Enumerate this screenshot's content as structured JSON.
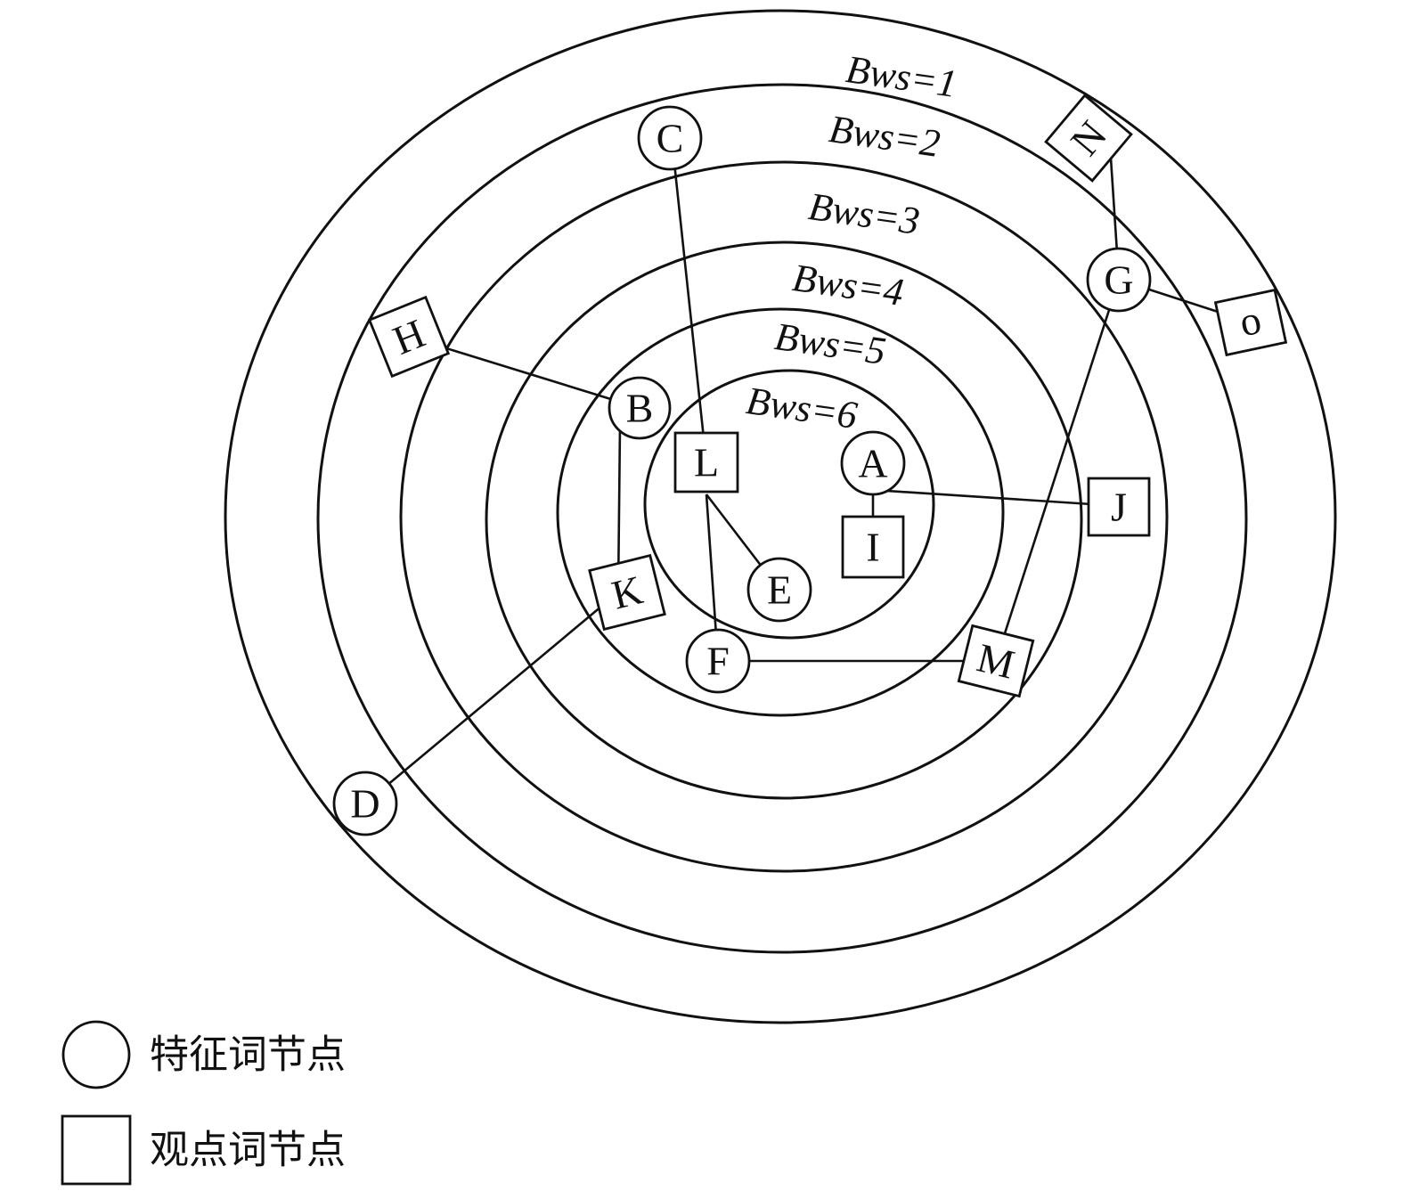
{
  "rings": [
    {
      "label": "Bws=1"
    },
    {
      "label": "Bws=2"
    },
    {
      "label": "Bws=3"
    },
    {
      "label": "Bws=4"
    },
    {
      "label": "Bws=5"
    },
    {
      "label": "Bws=6"
    }
  ],
  "nodes": {
    "A": {
      "label": "A",
      "type": "feature"
    },
    "B": {
      "label": "B",
      "type": "feature"
    },
    "C": {
      "label": "C",
      "type": "feature"
    },
    "D": {
      "label": "D",
      "type": "feature"
    },
    "E": {
      "label": "E",
      "type": "feature"
    },
    "F": {
      "label": "F",
      "type": "feature"
    },
    "G": {
      "label": "G",
      "type": "feature"
    },
    "H": {
      "label": "H",
      "type": "opinion"
    },
    "I": {
      "label": "I",
      "type": "opinion"
    },
    "J": {
      "label": "J",
      "type": "opinion"
    },
    "K": {
      "label": "K",
      "type": "opinion"
    },
    "L": {
      "label": "L",
      "type": "opinion"
    },
    "M": {
      "label": "M",
      "type": "opinion"
    },
    "N": {
      "label": "N",
      "type": "opinion"
    },
    "O": {
      "label": "o",
      "type": "opinion"
    }
  },
  "edges": [
    [
      "C",
      "L"
    ],
    [
      "L",
      "E"
    ],
    [
      "L",
      "F"
    ],
    [
      "F",
      "M"
    ],
    [
      "M",
      "G"
    ],
    [
      "G",
      "N"
    ],
    [
      "G",
      "O"
    ],
    [
      "A",
      "I"
    ],
    [
      "A",
      "J"
    ],
    [
      "H",
      "B"
    ],
    [
      "B",
      "K"
    ],
    [
      "K",
      "D"
    ]
  ],
  "legend": {
    "feature_label": "特征词节点",
    "opinion_label": "观点词节点"
  }
}
